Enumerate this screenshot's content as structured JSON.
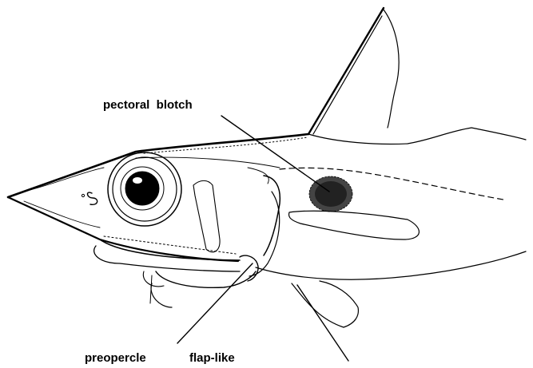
{
  "labels": {
    "pectoral_blotch": "pectoral  blotch",
    "preopercle": "preopercle",
    "flap_like": "flap-like"
  },
  "colors": {
    "ink": "#000000",
    "paper": "#ffffff"
  },
  "illustration": {
    "subject": "fish-head-lateral-view",
    "style": "line-drawing"
  }
}
